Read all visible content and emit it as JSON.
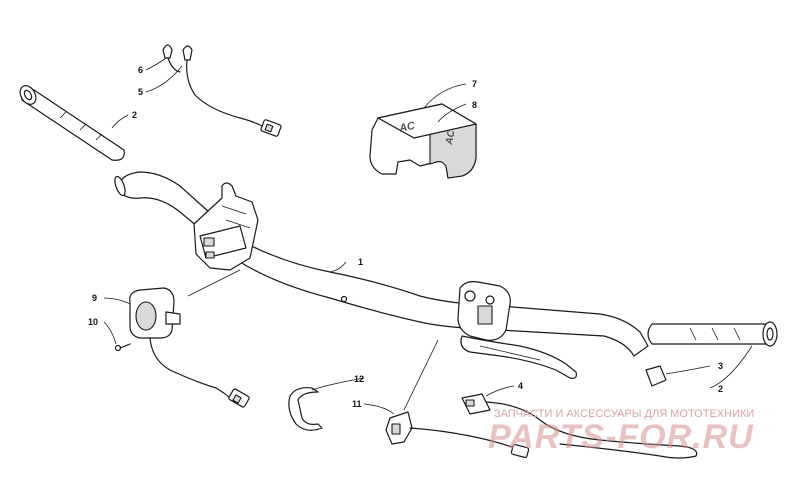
{
  "callouts": {
    "c1": "1",
    "c2a": "2",
    "c2b": "2",
    "c3": "3",
    "c4": "4",
    "c5": "5",
    "c6": "6",
    "c7": "7",
    "c8": "8",
    "c9": "9",
    "c10": "10",
    "c11": "11",
    "c12": "12"
  },
  "watermark": {
    "tagline": "ЗАПЧАСТИ И АКСЕССУАРЫ ДЛЯ МОТОТЕХНИКИ",
    "logo": "PARTS-FOR.RU"
  },
  "colors": {
    "line": "#1a1a1a",
    "shade": "#d9d9d9",
    "watermark": "#d98f8f"
  }
}
